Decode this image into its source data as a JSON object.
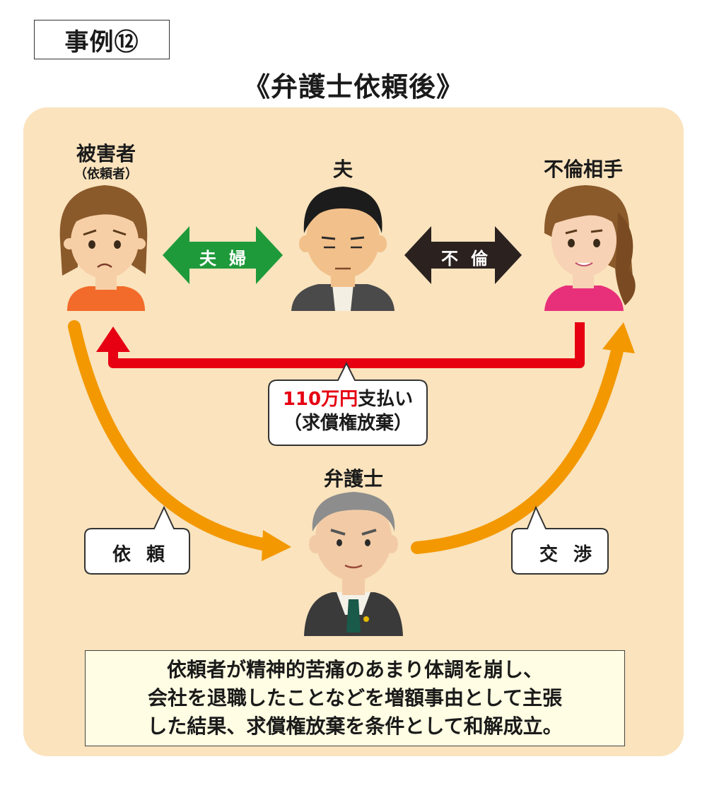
{
  "case_label": "事例⑫",
  "title": "《弁護士依頼後》",
  "people": {
    "victim": {
      "label": "被害者",
      "sub": "（依頼者）"
    },
    "husband": {
      "label": "夫"
    },
    "partner": {
      "label": "不倫相手"
    },
    "lawyer": {
      "label": "弁護士"
    }
  },
  "relations": {
    "couple": "夫婦",
    "affair": "不倫"
  },
  "payment": {
    "amount": "110万円",
    "text": "支払い",
    "note": "（求償権放棄）"
  },
  "actions": {
    "request": "依頼",
    "negotiate": "交渉"
  },
  "summary_lines": [
    "依頼者が精神的苦痛のあまり体調を崩し、",
    "会社を退職したことなどを増額事由として主張",
    "した結果、求償権放棄を条件として和解成立。"
  ],
  "colors": {
    "panel": "#fae3bd",
    "couple_arrow": "#1e9a3a",
    "affair_arrow": "#2b2220",
    "payment_arrow": "#e60012",
    "lawyer_arrows": "#f39800",
    "amount_text": "#e60012"
  }
}
